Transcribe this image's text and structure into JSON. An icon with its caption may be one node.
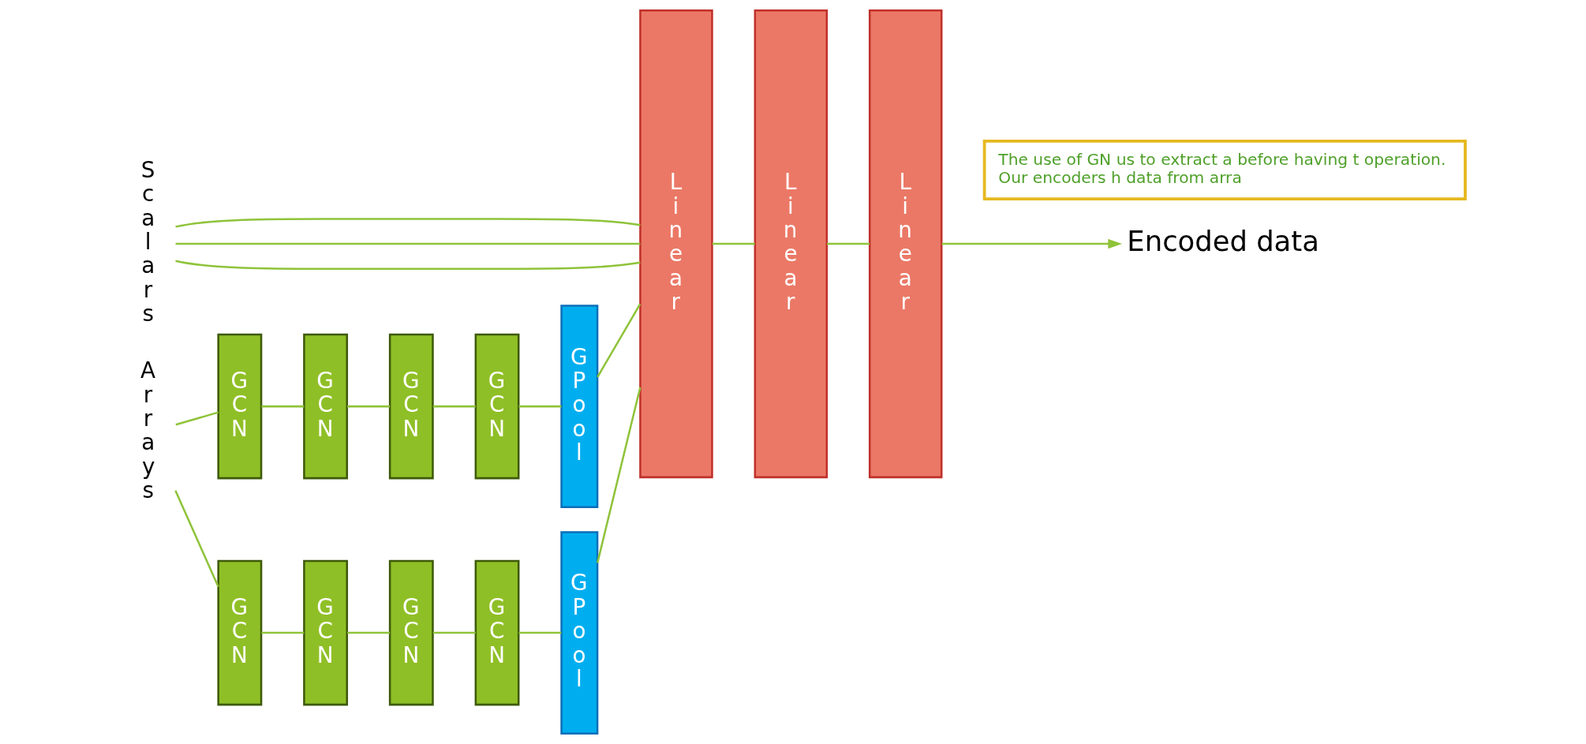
{
  "diagram": {
    "nodes": [
      {
        "text": [
          "Scalars"
        ]
      },
      {
        "text": [
          "Arrays"
        ]
      },
      {
        "text": [
          "GCN"
        ]
      },
      {
        "text": [
          "GCN"
        ]
      },
      {
        "text": [
          "GCN"
        ]
      },
      {
        "text": [
          "GCN"
        ]
      },
      {
        "text": [
          "GCN"
        ]
      },
      {
        "text": [
          "GCN"
        ]
      },
      {
        "text": [
          "GCN"
        ]
      },
      {
        "text": [
          "GCN"
        ]
      },
      {
        "text": [
          "GPool"
        ]
      },
      {
        "text": [
          "GPool"
        ]
      },
      {
        "text": [
          "Linear"
        ]
      },
      {
        "text": [
          "Linear"
        ]
      },
      {
        "text": [
          "Linear"
        ]
      },
      {
        "text": [
          "Encoded data"
        ]
      },
      {
        "text": [
          "The use of GN us to extract a before having t operation.",
          "Our encoders h data from arra"
        ]
      }
    ],
    "edges": [
      {
        "from": 0,
        "to": 12,
        "arrow": "none"
      },
      {
        "from": 0,
        "to": 12,
        "arrow": "none"
      },
      {
        "from": 0,
        "to": 12,
        "arrow": "none"
      },
      {
        "from": 1,
        "to": 2,
        "arrow": "none"
      },
      {
        "from": 2,
        "to": 4,
        "arrow": "none"
      },
      {
        "from": 4,
        "to": 6,
        "arrow": "none"
      },
      {
        "from": 6,
        "to": 8,
        "arrow": "none"
      },
      {
        "from": 8,
        "to": 10,
        "arrow": "none"
      },
      {
        "from": 10,
        "to": 12,
        "arrow": "none"
      },
      {
        "from": 1,
        "to": 3,
        "arrow": "none"
      },
      {
        "from": 3,
        "to": 5,
        "arrow": "none"
      },
      {
        "from": 5,
        "to": 7,
        "arrow": "none"
      },
      {
        "from": 7,
        "to": 9,
        "arrow": "none"
      },
      {
        "from": 9,
        "to": 11,
        "arrow": "none"
      },
      {
        "from": 11,
        "to": 12,
        "arrow": "none"
      },
      {
        "from": 12,
        "to": 13,
        "arrow": "none"
      },
      {
        "from": 13,
        "to": 14,
        "arrow": "none"
      },
      {
        "from": 14,
        "to": 15,
        "arrow": "to"
      }
    ]
  }
}
